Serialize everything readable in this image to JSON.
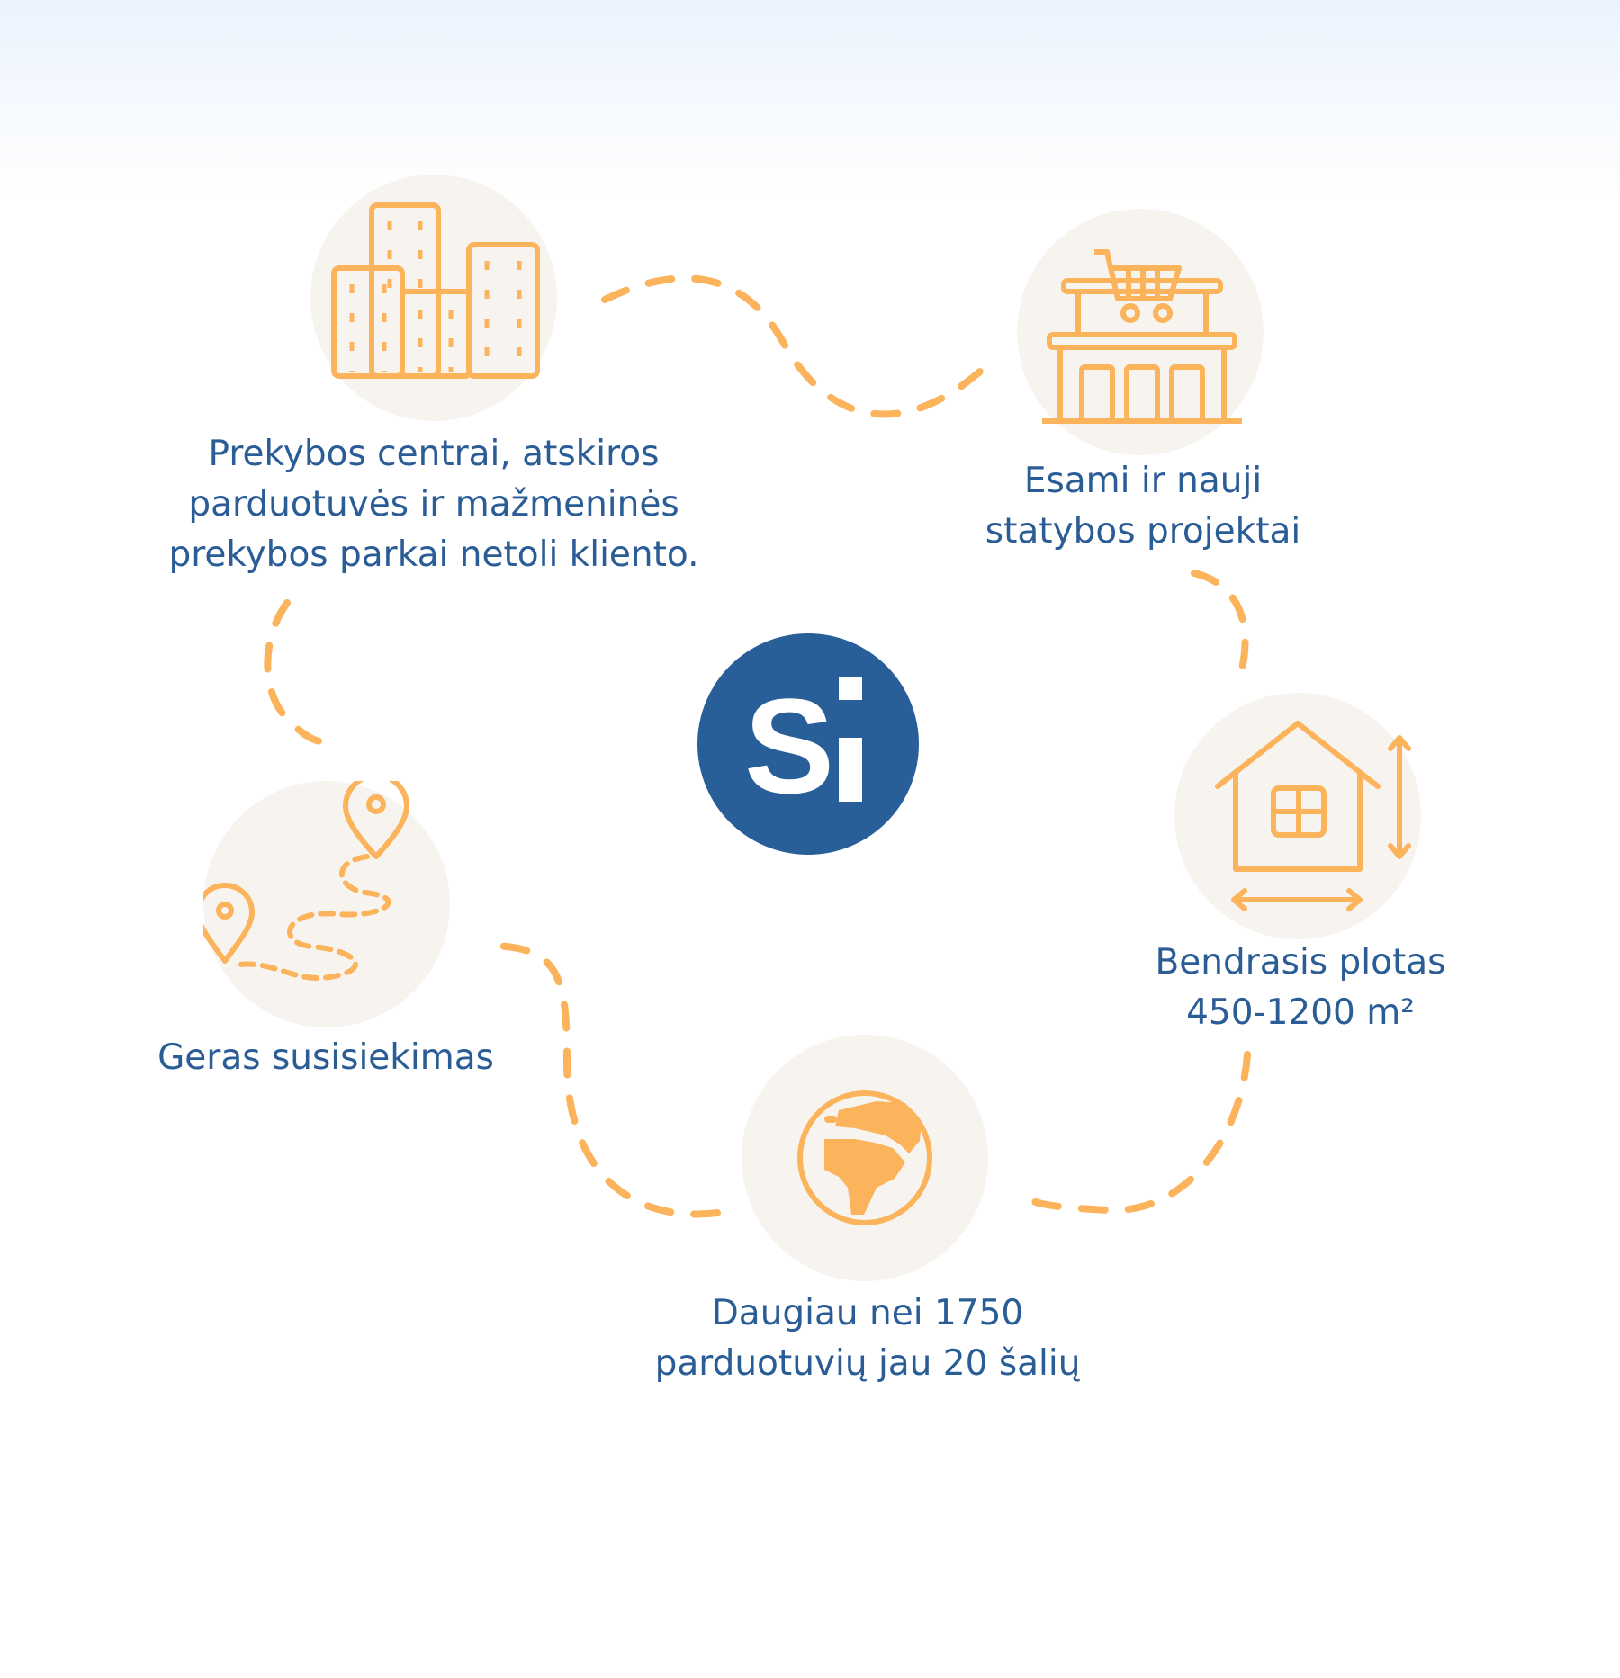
{
  "logo": {
    "text": "Si"
  },
  "items": [
    {
      "icon": "buildings-icon",
      "label_lines": [
        "Prekybos centrai, atskiros",
        "parduotuvės ir mažmeninės",
        "prekybos parkai netoli kliento."
      ]
    },
    {
      "icon": "shopping-store-icon",
      "label_lines": [
        "Esami ir nauji",
        "statybos projektai"
      ]
    },
    {
      "icon": "house-area-icon",
      "label_lines": [
        "Bendrasis plotas",
        "450-1200 m²"
      ]
    },
    {
      "icon": "globe-icon",
      "label_lines": [
        "Daugiau nei 1750",
        "parduotuvių jau 20 šalių"
      ]
    },
    {
      "icon": "route-map-icon",
      "label_lines": [
        "Geras susisiekimas"
      ]
    }
  ],
  "colors": {
    "accent": "#fbb35c",
    "text": "#2a5c96",
    "logo": "#295f98",
    "bubble": "#f7f4f0"
  }
}
